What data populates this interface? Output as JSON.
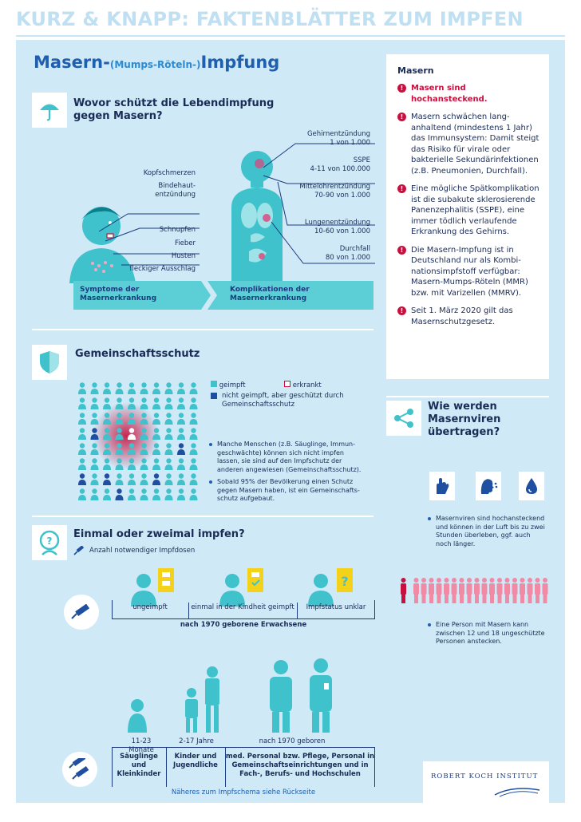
{
  "header": {
    "title": "KURZ & KNAPP: FAKTENBLÄTTER ZUM IMPFEN"
  },
  "title": {
    "part1": "Masern-",
    "part2": "(Mumps-Röteln-)",
    "part3": "Impfung"
  },
  "protection": {
    "title_line1": "Wovor schützt die Lebendimpfung",
    "title_line2": "gegen Masern?",
    "symptoms": [
      "Kopfschmerzen",
      "Bindehaut-",
      "entzündung",
      "Schnupfen",
      "Fieber",
      "Husten",
      "fleckiger Ausschlag"
    ],
    "complications": [
      {
        "name": "Gehirnentzündung",
        "rate": "1 von 1.000"
      },
      {
        "name": "SSPE",
        "rate": "4-11 von 100.000"
      },
      {
        "name": "Mittelohrentzündung",
        "rate": "70-90 von 1.000"
      },
      {
        "name": "Lungenentzündung",
        "rate": "10-60 von 1.000"
      },
      {
        "name": "Durchfall",
        "rate": "80 von 1.000"
      }
    ],
    "band_left_line1": "Symptome der",
    "band_left_line2": "Masernerkrankung",
    "band_right_line1": "Komplikationen der",
    "band_right_line2": "Masernerkrankung"
  },
  "community": {
    "title": "Gemeinschaftsschutz",
    "legend_vaccinated": "geimpft",
    "legend_sick": "erkrankt",
    "legend_protected_line1": "nicht geimpft, aber geschützt durch",
    "legend_protected_line2": "Gemeinschaftsschutz",
    "bullet1_line1": "Manche Menschen (z.B. Säuglinge, Immun-",
    "bullet1_line2": "geschwächte) können sich nicht impfen",
    "bullet1_line3": "lassen, sie sind auf den Impfschutz der",
    "bullet1_line4": "anderen angewiesen (Gemeinschaftsschutz).",
    "bullet2_line1": "Sobald 95% der Bevölkerung einen Schutz",
    "bullet2_line2": "gegen Masern haben, ist ein Gemeinschafts-",
    "bullet2_line3": "schutz aufgebaut."
  },
  "doses": {
    "title": "Einmal oder zweimal impfen?",
    "legend": "Anzahl notwendiger Impfdosen",
    "adult_groups": [
      "ungeimpft",
      "einmal in der Kindheit geimpft",
      "Impfstatus unklar"
    ],
    "adults_caption": "nach 1970 geborene Erwachsene",
    "age_labels": [
      "11-23 Monate",
      "2-17 Jahre",
      "nach 1970 geboren"
    ],
    "groups_col1_line1": "Säuglinge und",
    "groups_col1_line2": "Kleinkinder",
    "groups_col2_line1": "Kinder und",
    "groups_col2_line2": "Jugendliche",
    "groups_col3_line1": "med. Personal bzw. Pflege, Personal in",
    "groups_col3_line2": "Gemeinschaftseinrichtungen und in",
    "groups_col3_line3": "Fach-, Berufs- und Hochschulen",
    "footnote": "Näheres zum Impfschema siehe Rückseite"
  },
  "measles_box": {
    "title": "Masern",
    "point1": "Masern sind hochansteckend.",
    "point2_lines": [
      "Masern schwächen lang-",
      "anhaltend (mindestens 1 Jahr)",
      "das Immunsystem: Damit steigt",
      "das Risiko für virale oder",
      "bakterielle Sekundärinfektionen",
      "(z.B. Pneumonien, Durchfall)."
    ],
    "point3_lines": [
      "Eine mögliche Spätkomplikation",
      "ist die subakute sklerosierende",
      "Panenzephalitis (SSPE), eine",
      "immer tödlich verlaufende",
      "Erkrankung des Gehirns."
    ],
    "point4_lines": [
      "Die Masern-Impfung ist in",
      "Deutschland nur als Kombi-",
      "nationsimpfstoff verfügbar:",
      "Masern-Mumps-Röteln (MMR)",
      "bzw. mit Varizellen (MMRV)."
    ],
    "point5_lines": [
      "Seit 1. März 2020 gilt das",
      "Masernschutzgesetz."
    ]
  },
  "transmission": {
    "title_line1": "Wie werden",
    "title_line2": "Masernviren",
    "title_line3": "übertragen?",
    "bullet1_lines": [
      "Masernviren sind hochansteckend",
      "und können in der Luft bis zu zwei",
      "Stunden überleben, ggf. auch",
      "noch länger."
    ],
    "bullet2_lines": [
      "Eine Person mit Masern kann",
      "zwischen 12 und 18 ungeschützte",
      "Personen anstecken."
    ]
  },
  "logo": {
    "text": "ROBERT KOCH INSTITUT"
  },
  "colors": {
    "teal": "#5ccfd6",
    "navy": "#1a3b80",
    "red": "#c8103e",
    "bg": "#cfe9f7"
  }
}
